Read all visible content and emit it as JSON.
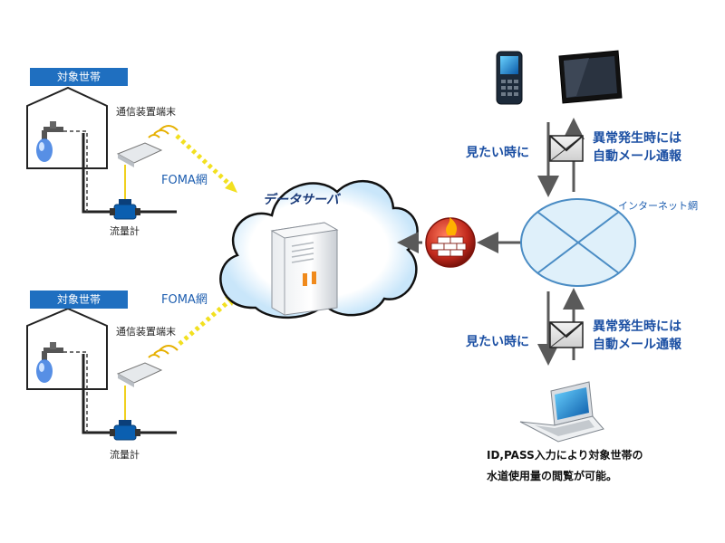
{
  "households": [
    {
      "tag": "対象世帯",
      "device_label": "通信装置端末",
      "meter_label": "流量計",
      "network_label": "FOMA網"
    },
    {
      "tag": "対象世帯",
      "device_label": "通信装置端末",
      "meter_label": "流量計",
      "network_label": "FOMA網"
    }
  ],
  "server": {
    "title": "データサーバ"
  },
  "internet": {
    "label": "インターネット網"
  },
  "access_top": {
    "on_demand": "見たい時に",
    "alert_line1": "異常発生時には",
    "alert_line2": "自動メール通報"
  },
  "access_bottom": {
    "on_demand": "見たい時に",
    "alert_line1": "異常発生時には",
    "alert_line2": "自動メール通報"
  },
  "note": {
    "line1": "ID,PASS入力により対象世帯の",
    "line2": "水道使用量の閲覧が可能。"
  },
  "icons": [
    "house-icon",
    "faucet-icon",
    "water-drop-icon",
    "router-icon",
    "flow-meter-icon",
    "cloud-icon",
    "server-icon",
    "firewall-icon",
    "mobile-phone-icon",
    "tablet-icon",
    "laptop-icon",
    "envelope-icon"
  ],
  "colors": {
    "tag_bg": "#1f6fc0",
    "label_blue": "#1b4fa3",
    "internet_fill": "#dff0fa",
    "firewall_red": "#c0281c",
    "dotted_arrow": "#f2e020"
  }
}
